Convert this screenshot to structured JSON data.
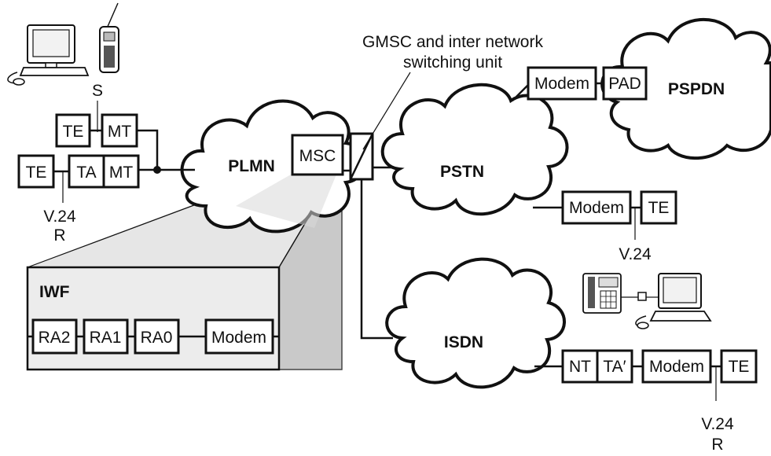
{
  "networks": {
    "plmn": "PLMN",
    "pstn": "PSTN",
    "pspdn": "PSPDN",
    "isdn": "ISDN"
  },
  "gmsc_label": {
    "line1": "GMSC and inter network",
    "line2": "switching unit"
  },
  "boxes": {
    "msc": "MSC",
    "te_top": "TE",
    "mt_top": "MT",
    "te_left": "TE",
    "ta_left": "TA",
    "mt_left": "MT",
    "modem_pspdn": "Modem",
    "pad": "PAD",
    "modem_pstn": "Modem",
    "te_pstn": "TE",
    "nt": "NT",
    "ta_prime": "TA′",
    "modem_isdn": "Modem",
    "te_isdn": "TE",
    "ra2": "RA2",
    "ra1": "RA1",
    "ra0": "RA0",
    "modem_iwf": "Modem"
  },
  "iwf_title": "IWF",
  "reference_points": {
    "s_label": "S",
    "left_v24": "V.24",
    "left_r": "R",
    "pstn_v24": "V.24",
    "isdn_v24": "V.24",
    "isdn_r": "R"
  },
  "icons": [
    "computer-icon",
    "mobile-phone-icon",
    "desk-telephone-icon"
  ]
}
